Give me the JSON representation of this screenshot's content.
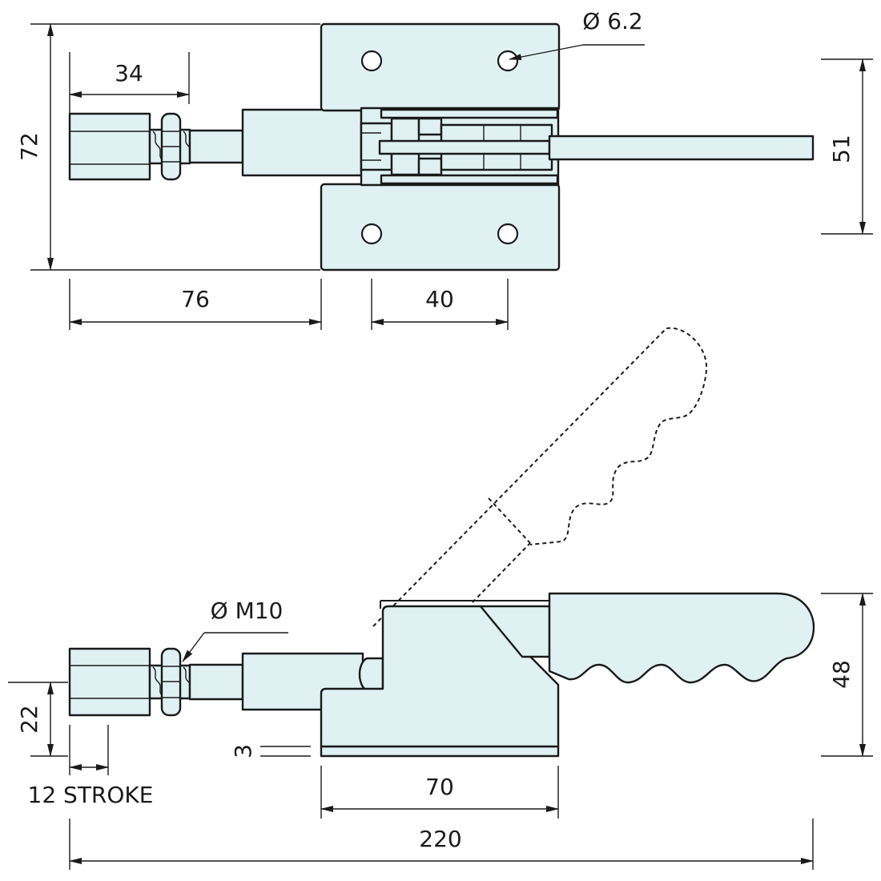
{
  "drawing": {
    "top_view": {
      "dimensions": {
        "overall_height": "72",
        "plunger_tip_length": "34",
        "hole_diameter": "Ø 6.2",
        "rod_height": "51",
        "body_offset": "76",
        "hole_spacing": "40"
      }
    },
    "side_view": {
      "dimensions": {
        "thread": "Ø M10",
        "height": "48",
        "tip_height": "22",
        "base_plate": "3",
        "stroke": "12 STROKE",
        "base_length": "70",
        "overall_length": "220"
      }
    }
  },
  "colors": {
    "part_fill": "#e0f1f3",
    "line": "#1a1a1a",
    "background": "#ffffff"
  }
}
